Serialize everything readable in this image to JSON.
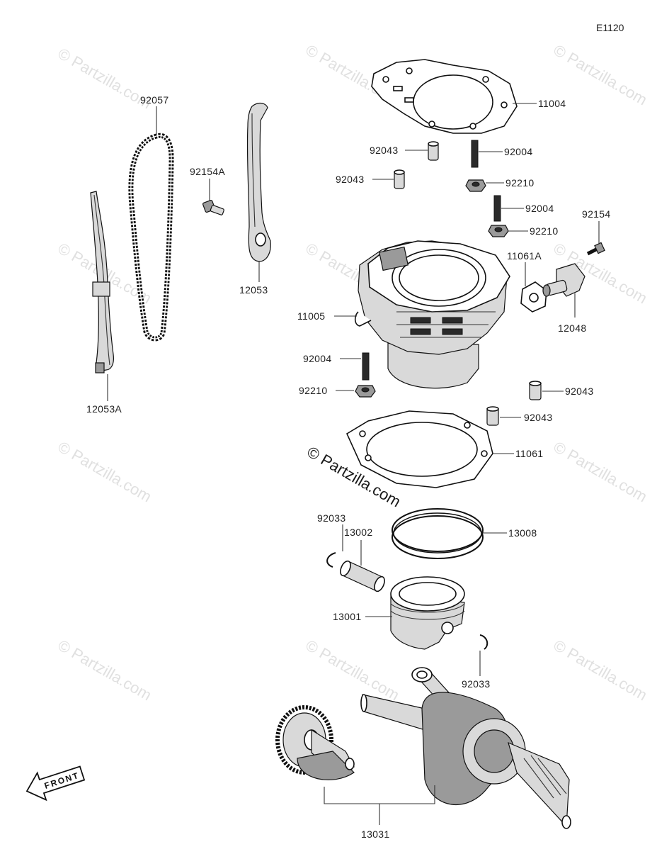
{
  "diagram_code": "E1120",
  "watermark_text": "© Partzilla.com",
  "direction_label": "FRONT",
  "parts": {
    "p92057": "92057",
    "p92154A": "92154A",
    "p12053": "12053",
    "p12053A": "12053A",
    "p11004": "11004",
    "p92043_a": "92043",
    "p92004_a": "92004",
    "p92043_b": "92043",
    "p92210_a": "92210",
    "p92004_b": "92004",
    "p92154": "92154",
    "p92210_b": "92210",
    "p11061A": "11061A",
    "p11005": "11005",
    "p12048": "12048",
    "p92004_c": "92004",
    "p92210_c": "92210",
    "p92043_c": "92043",
    "p92043_d": "92043",
    "p11061": "11061",
    "p92033_a": "92033",
    "p13002": "13002",
    "p13008": "13008",
    "p13001": "13001",
    "p92033_b": "92033",
    "p13031": "13031"
  }
}
